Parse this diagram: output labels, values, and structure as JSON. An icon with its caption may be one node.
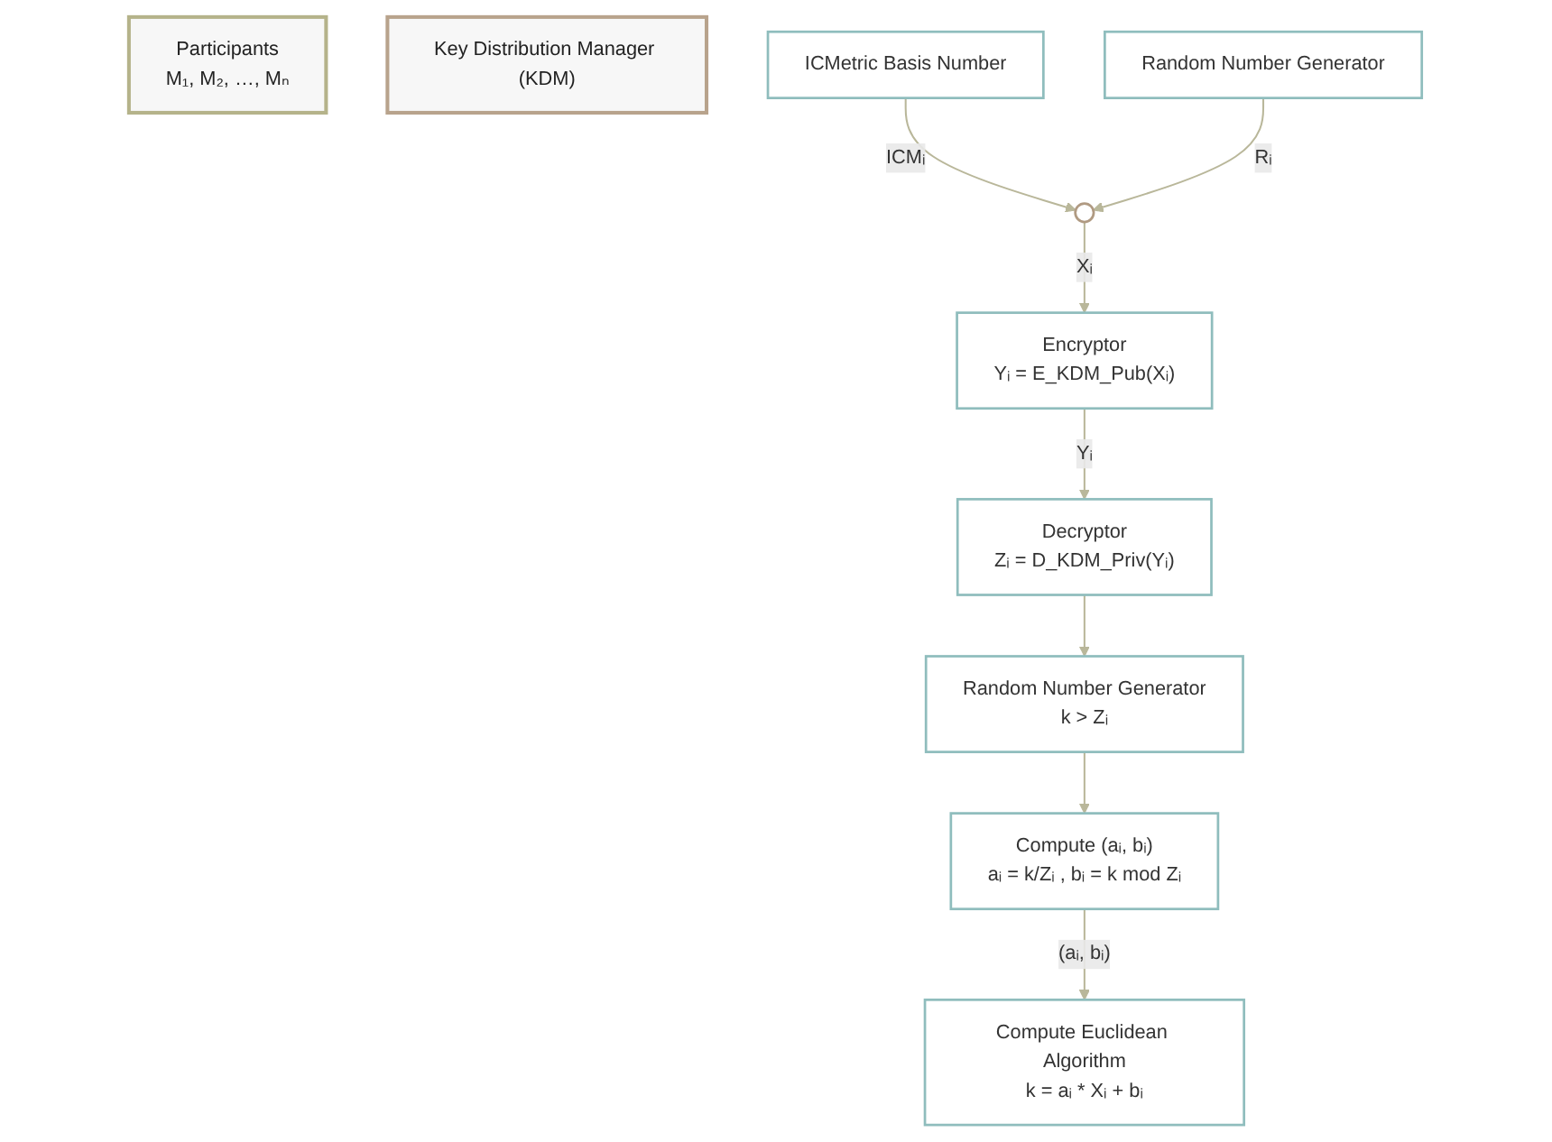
{
  "diagram": {
    "nodes": [
      {
        "text": [
          "Participants",
          "M₁, M₂, …, Mₙ"
        ]
      },
      {
        "text": [
          "Key Distribution Manager (KDM)"
        ]
      },
      {
        "text": [
          "ICMetric Basis Number"
        ]
      },
      {
        "text": [
          "Random Number Generator"
        ]
      },
      {
        "text": [],
        "shape": "circle"
      },
      {
        "text": [
          "Encryptor",
          "Yᵢ = E_KDM_Pub(Xᵢ)"
        ]
      },
      {
        "text": [
          "Compute Euclidean Algorithm",
          "k = aᵢ * Xᵢ + bᵢ"
        ]
      },
      {
        "text": [
          "Compute (aᵢ, bᵢ)",
          "aᵢ = k/Zᵢ , bᵢ = k mod Zᵢ"
        ]
      },
      {
        "text": [
          "Random Number Generator",
          "k > Zᵢ"
        ]
      },
      {
        "text": [
          "Decryptor",
          "Zᵢ = D_KDM_Priv(Yᵢ)"
        ]
      }
    ],
    "edges": [
      {
        "from": 2,
        "to": 4,
        "arrow": "to",
        "label": "ICMᵢ"
      },
      {
        "from": 3,
        "to": 4,
        "arrow": "to",
        "label": "Rᵢ"
      },
      {
        "from": 4,
        "to": 5,
        "arrow": "to",
        "label": "Xᵢ"
      },
      {
        "from": 5,
        "to": 9,
        "arrow": "to",
        "label": "Yᵢ"
      },
      {
        "from": 9,
        "to": 8,
        "arrow": "to"
      },
      {
        "from": 8,
        "to": 7,
        "arrow": "to"
      },
      {
        "from": 7,
        "to": 6,
        "arrow": "to",
        "label": "(aᵢ, bᵢ)"
      }
    ]
  }
}
